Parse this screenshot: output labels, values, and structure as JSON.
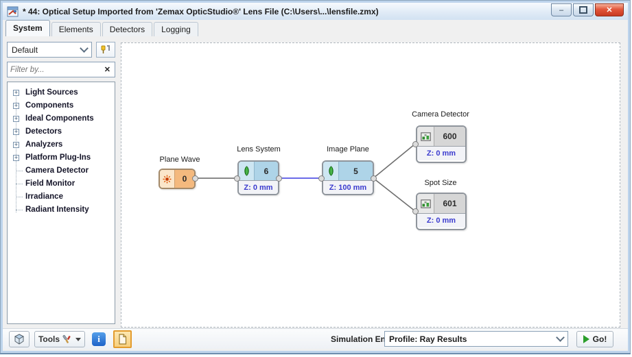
{
  "window": {
    "title": "* 44: Optical Setup Imported from 'Zemax OpticStudio®' Lens File (C:\\Users\\...\\lensfile.zmx)",
    "minimize_glyph": "–",
    "close_glyph": "✕"
  },
  "tabs": {
    "active_tab": "System",
    "items": [
      {
        "label": "System"
      },
      {
        "label": "Elements"
      },
      {
        "label": "Detectors"
      },
      {
        "label": "Logging"
      }
    ]
  },
  "sidebar": {
    "catalog_value": "Default",
    "filter_placeholder": "Filter by...",
    "filter_clear_glyph": "✕",
    "expander_glyph": "+",
    "tree_items": [
      {
        "label": "Light Sources"
      },
      {
        "label": "Components"
      },
      {
        "label": "Ideal Components"
      },
      {
        "label": "Detectors"
      },
      {
        "label": "Analyzers"
      },
      {
        "label": "Platform Plug-Ins"
      },
      {
        "label": "Camera Detector"
      },
      {
        "label": "Field Monitor"
      },
      {
        "label": "Irradiance"
      },
      {
        "label": "Radiant Intensity"
      }
    ]
  },
  "canvas": {
    "nodes": [
      {
        "label": "Plane Wave",
        "index": "0",
        "type": "light-source"
      },
      {
        "label": "Lens System",
        "index": "6",
        "position": "Z: 0 mm",
        "type": "component"
      },
      {
        "label": "Image Plane",
        "index": "5",
        "position": "Z: 100 mm",
        "type": "component"
      },
      {
        "label": "Camera Detector",
        "index": "600",
        "position": "Z: 0 mm",
        "type": "detector"
      },
      {
        "label": "Spot Size",
        "index": "601",
        "position": "Z: 0 mm",
        "type": "detector"
      }
    ]
  },
  "footer": {
    "tools_label": "Tools",
    "info_glyph": "i",
    "simulation_engine_label": "Simulation Engine",
    "profile_value": "Profile: Ray Results",
    "go_label": "Go!"
  },
  "colors": {
    "source_fill": "#f4b97e",
    "component_fill": "#aed4e8",
    "detector_fill": "#d6d6d6",
    "z_text_blue": "#3a3ace",
    "link_default": "#6e6e6e",
    "link_selected": "#6a6ae8",
    "go_play_green": "#2b9e2b",
    "doc_button_highlight": "#e39b2d"
  }
}
